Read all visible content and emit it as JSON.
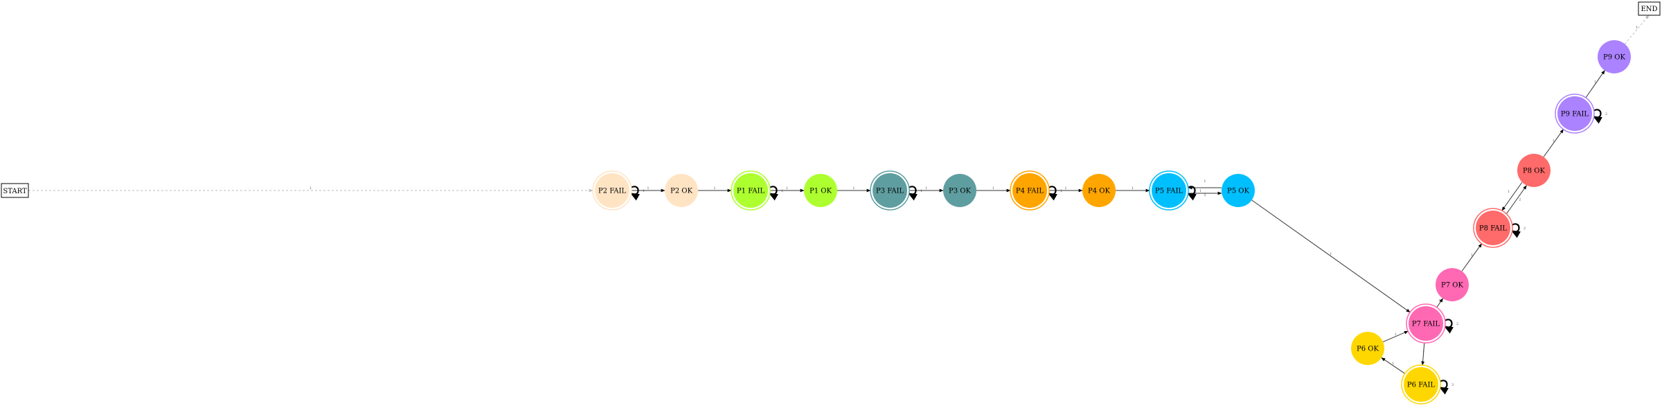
{
  "diagram": {
    "terminals": {
      "start": "START",
      "end": "END"
    },
    "nodes": [
      {
        "id": "p2fail",
        "label": "P2 FAIL",
        "color": "#FFE4C4",
        "double_ring": true
      },
      {
        "id": "p2ok",
        "label": "P2 OK",
        "color": "#FFE4C4",
        "double_ring": false
      },
      {
        "id": "p1fail",
        "label": "P1 FAIL",
        "color": "#ADFF2F",
        "double_ring": true
      },
      {
        "id": "p1ok",
        "label": "P1 OK",
        "color": "#ADFF2F",
        "double_ring": false
      },
      {
        "id": "p3fail",
        "label": "P3 FAIL",
        "color": "#5F9EA0",
        "double_ring": true
      },
      {
        "id": "p3ok",
        "label": "P3 OK",
        "color": "#5F9EA0",
        "double_ring": false
      },
      {
        "id": "p4fail",
        "label": "P4 FAIL",
        "color": "#FFA500",
        "double_ring": true
      },
      {
        "id": "p4ok",
        "label": "P4 OK",
        "color": "#FFA500",
        "double_ring": false
      },
      {
        "id": "p5fail",
        "label": "P5 FAIL",
        "color": "#00BFFF",
        "double_ring": true
      },
      {
        "id": "p5ok",
        "label": "P5 OK",
        "color": "#00BFFF",
        "double_ring": false
      },
      {
        "id": "p6ok",
        "label": "P6 OK",
        "color": "#FFD700",
        "double_ring": false
      },
      {
        "id": "p6fail",
        "label": "P6 FAIL",
        "color": "#FFD700",
        "double_ring": true
      },
      {
        "id": "p7fail",
        "label": "P7 FAIL",
        "color": "#FF69B4",
        "double_ring": true
      },
      {
        "id": "p7ok",
        "label": "P7 OK",
        "color": "#FF69B4",
        "double_ring": false
      },
      {
        "id": "p8fail",
        "label": "P8 FAIL",
        "color": "#FF6A6A",
        "double_ring": true
      },
      {
        "id": "p8ok",
        "label": "P8 OK",
        "color": "#FF6A6A",
        "double_ring": false
      },
      {
        "id": "p9fail",
        "label": "P9 FAIL",
        "color": "#AB82FF",
        "double_ring": true
      },
      {
        "id": "p9ok",
        "label": "P9 OK",
        "color": "#AB82FF",
        "double_ring": false
      }
    ],
    "edges": [
      {
        "from": "start",
        "to": "p2fail",
        "label": "1",
        "style": "dashed"
      },
      {
        "from": "p2fail",
        "to": "p2ok",
        "label": "1"
      },
      {
        "from": "p2ok",
        "to": "p1fail",
        "label": "1"
      },
      {
        "from": "p1fail",
        "to": "p1ok",
        "label": "1"
      },
      {
        "from": "p1ok",
        "to": "p3fail",
        "label": "1"
      },
      {
        "from": "p3fail",
        "to": "p3ok",
        "label": "1"
      },
      {
        "from": "p3ok",
        "to": "p4fail",
        "label": "1"
      },
      {
        "from": "p4fail",
        "to": "p4ok",
        "label": "1"
      },
      {
        "from": "p4ok",
        "to": "p5fail",
        "label": "1"
      },
      {
        "from": "p5fail",
        "to": "p5ok",
        "label": "2"
      },
      {
        "from": "p5ok",
        "to": "p5fail",
        "label": "1"
      },
      {
        "from": "p5ok",
        "to": "p7fail",
        "label": "1"
      },
      {
        "from": "p6ok",
        "to": "p7fail",
        "label": "1"
      },
      {
        "from": "p7fail",
        "to": "p6fail",
        "label": "1"
      },
      {
        "from": "p6fail",
        "to": "p6ok",
        "label": "1"
      },
      {
        "from": "p7fail",
        "to": "p7ok",
        "label": "1"
      },
      {
        "from": "p7ok",
        "to": "p8fail",
        "label": "1"
      },
      {
        "from": "p8fail",
        "to": "p8ok",
        "label": "2"
      },
      {
        "from": "p8ok",
        "to": "p8fail",
        "label": "1"
      },
      {
        "from": "p8ok",
        "to": "p9fail",
        "label": "1"
      },
      {
        "from": "p9fail",
        "to": "p9ok",
        "label": "1"
      },
      {
        "from": "p9ok",
        "to": "end",
        "label": "1",
        "style": "dashed"
      }
    ],
    "self_loops": [
      {
        "node": "p2fail",
        "label": "1"
      },
      {
        "node": "p1fail",
        "label": "1"
      },
      {
        "node": "p3fail",
        "label": "1"
      },
      {
        "node": "p4fail",
        "label": "1"
      },
      {
        "node": "p5fail",
        "label": "1"
      },
      {
        "node": "p6fail",
        "label": "3"
      },
      {
        "node": "p7fail",
        "label": "2"
      },
      {
        "node": "p8fail",
        "label": "2"
      },
      {
        "node": "p9fail",
        "label": "2"
      }
    ]
  }
}
